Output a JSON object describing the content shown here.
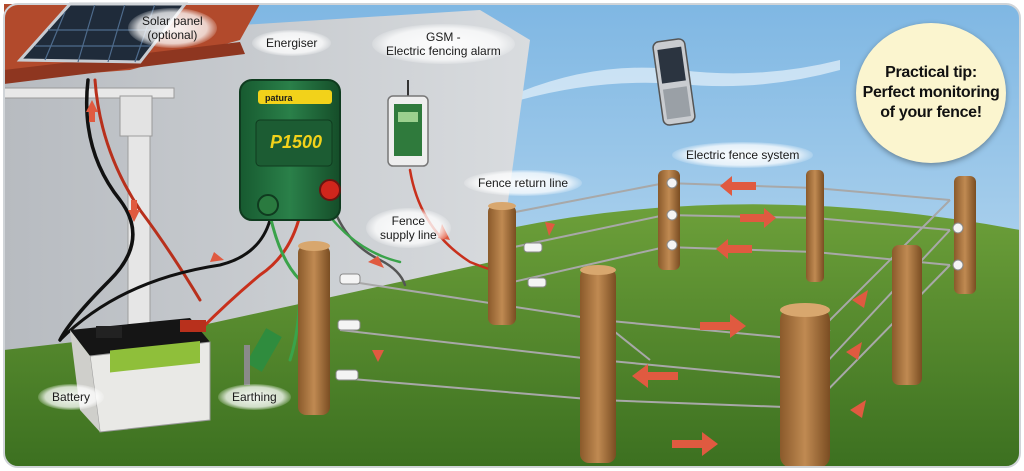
{
  "labels": {
    "solar_line1": "Solar panel",
    "solar_line2": "(optional)",
    "energiser": "Energiser",
    "gsm_line1": "GSM -",
    "gsm_line2": "Electric fencing alarm",
    "fence_system": "Electric fence system",
    "fence_return": "Fence return line",
    "supply_line1": "Fence",
    "supply_line2": "supply line",
    "battery": "Battery",
    "earthing": "Earthing"
  },
  "tip": {
    "line1": "Practical tip:",
    "line2": "Perfect monitoring",
    "line3": "of your fence!"
  },
  "device": {
    "brand": "patura",
    "model": "P1500"
  },
  "colors": {
    "sky": "#8fc3e6",
    "grass": "#4f8a2a",
    "wall": "#c9ccd0",
    "energiser": "#1f6b3a",
    "wire_red": "#c8301c",
    "wire_green": "#3aa34a",
    "arrow": "#e05a40",
    "tip_bg": "#fbf5cf"
  }
}
